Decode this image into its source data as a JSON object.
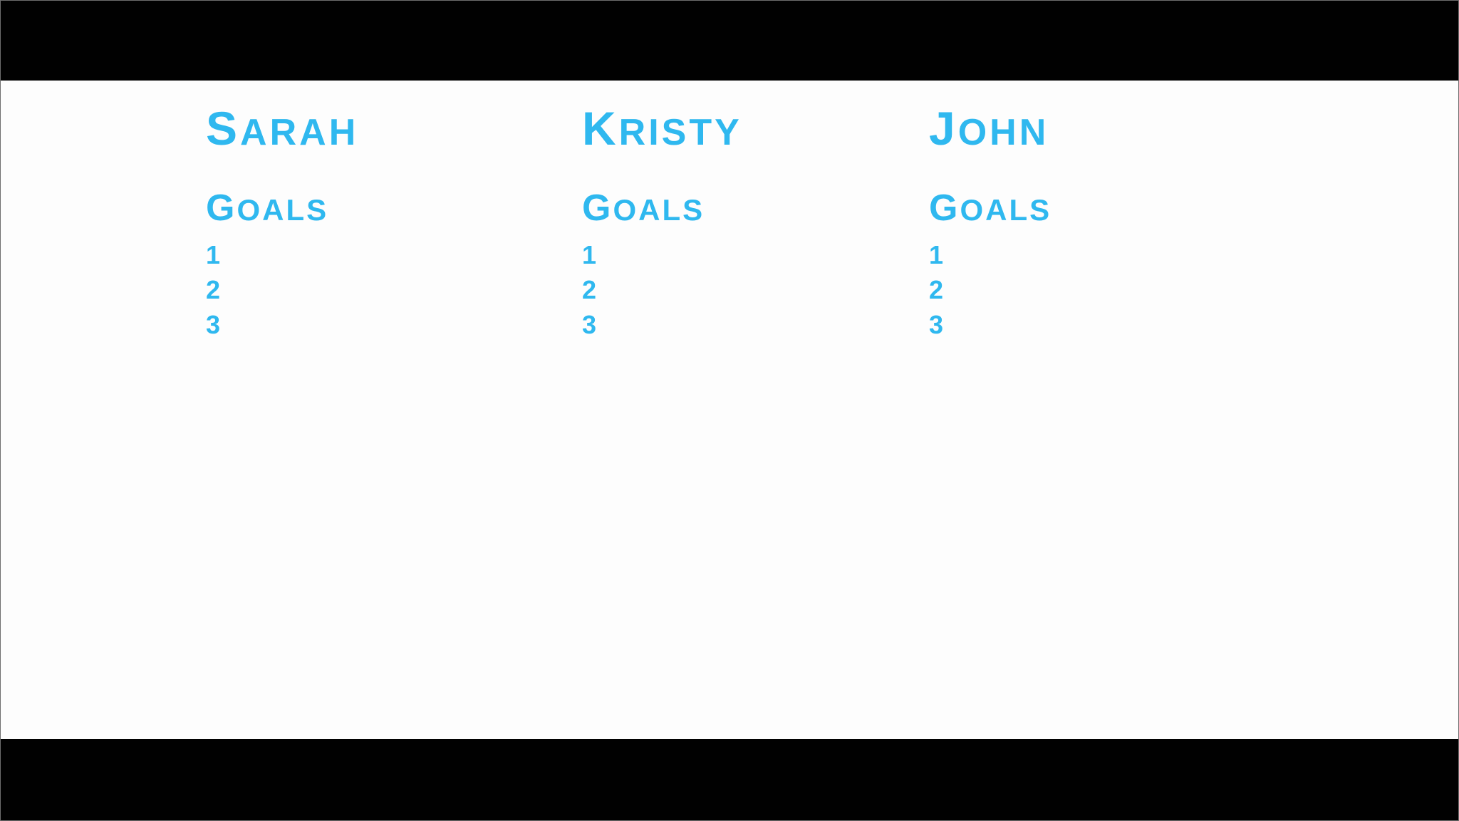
{
  "canvas": {
    "background_color": "#fdfdfd",
    "letterbox_color": "#010101",
    "ink_color": "#2fb8ef"
  },
  "columns": [
    {
      "name": "SARAH",
      "section": "GOALS",
      "items": [
        "1",
        "2",
        "3"
      ]
    },
    {
      "name": "KRISTY",
      "section": "GOALS",
      "items": [
        "1",
        "2",
        "3"
      ]
    },
    {
      "name": "JOHN",
      "section": "GOALS",
      "items": [
        "1",
        "2",
        "3"
      ]
    }
  ]
}
